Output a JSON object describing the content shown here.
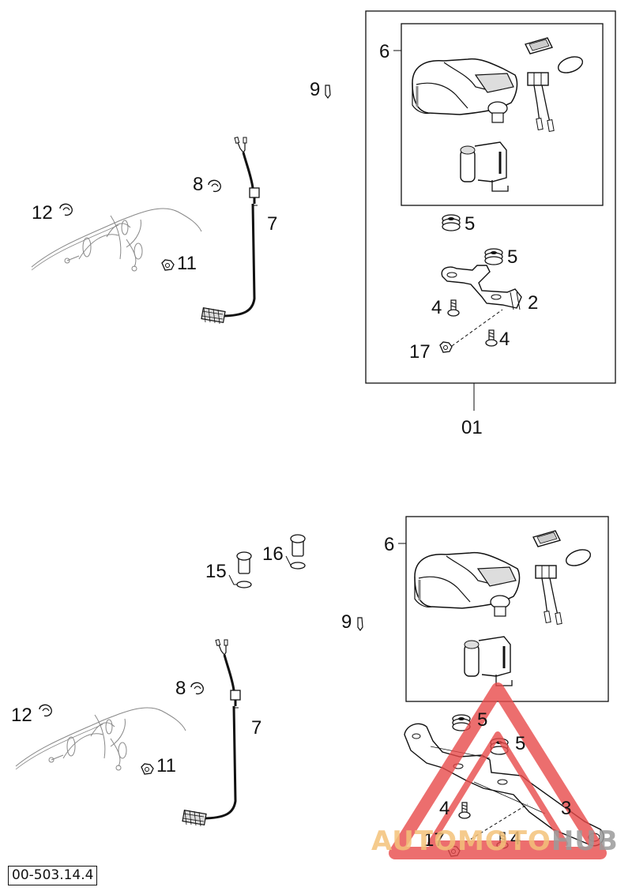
{
  "upper": {
    "labels": {
      "p6": "6",
      "p9": "9",
      "p8": "8",
      "p7": "7",
      "p12": "12",
      "p11": "11",
      "p5a": "5",
      "p5b": "5",
      "p4a": "4",
      "p2": "2",
      "p17": "17",
      "p4b": "4",
      "assembly": "01"
    }
  },
  "lower": {
    "labels": {
      "p6": "6",
      "p15": "15",
      "p16": "16",
      "p9": "9",
      "p8": "8",
      "p7": "7",
      "p12": "12",
      "p11": "11",
      "p5a": "5",
      "p5b": "5",
      "p4a": "4",
      "p3": "3",
      "p17": "17",
      "p4b": "4"
    }
  },
  "reference_code": "00-503.14.4",
  "watermark": {
    "text_a": "AUTOMOTO",
    "text_b": "HUB",
    "color_triangle": "#e84a4a",
    "color_text_a": "#f4c27a",
    "color_text_b": "#9b9b9b"
  }
}
